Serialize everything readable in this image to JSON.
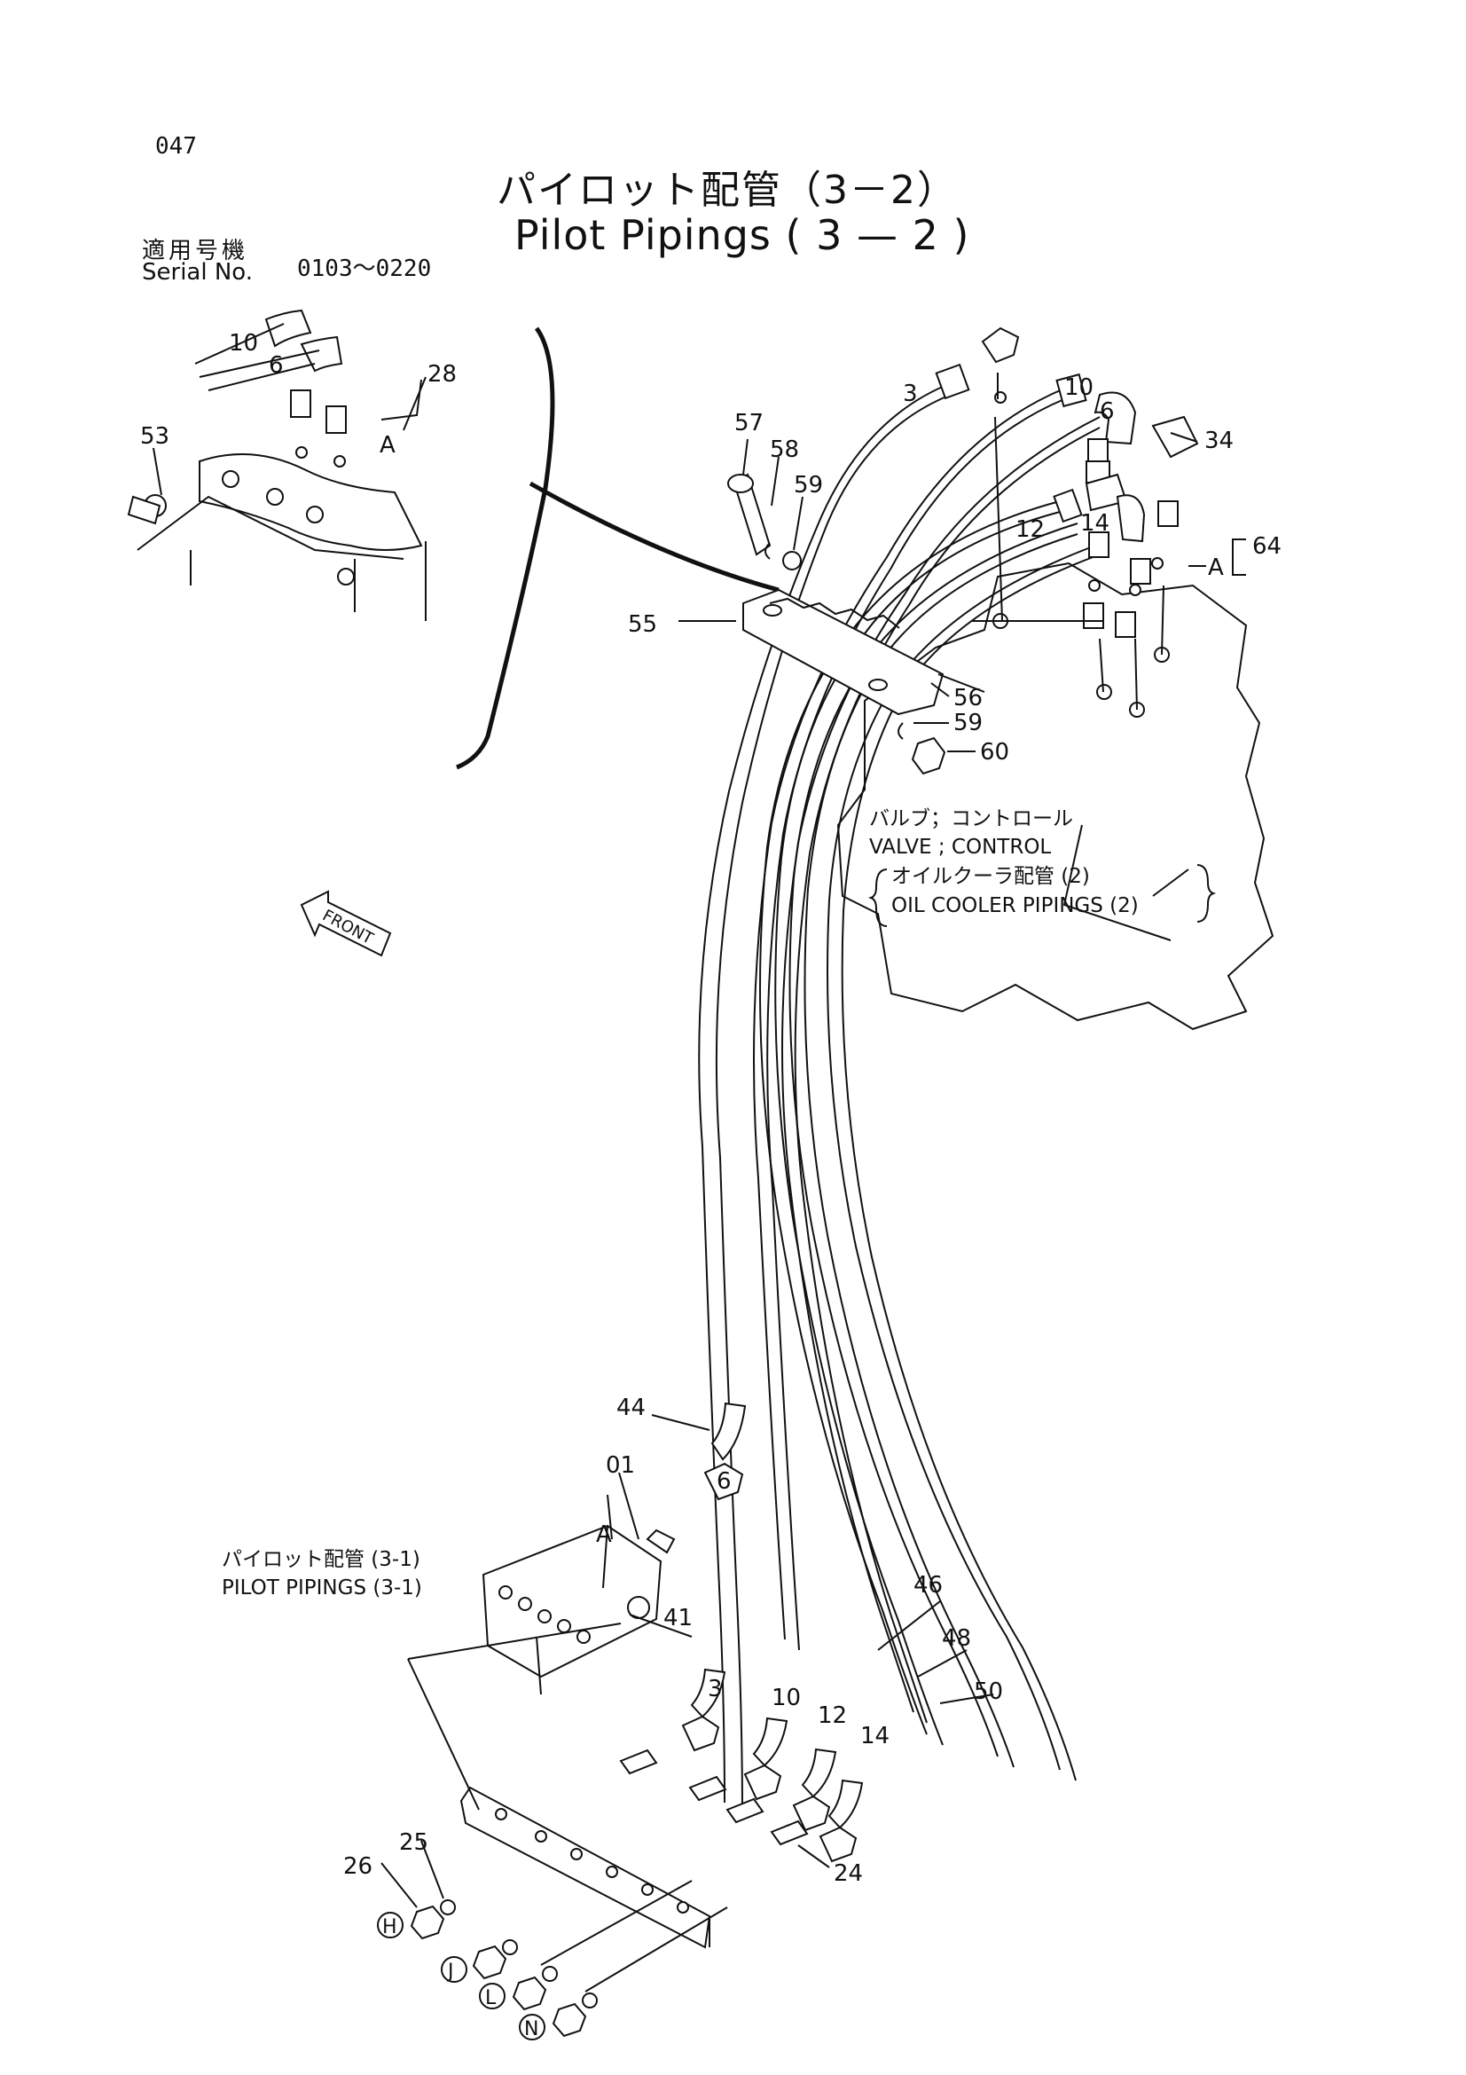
{
  "page_number": "047",
  "title_jp": "パイロット配管（3－2）",
  "title_en": "Pilot Pipings ( 3 — 2 )",
  "serial": {
    "label_jp": "適用号機",
    "label_en": "Serial No.",
    "range": "0103～0220"
  },
  "notes": {
    "valve_jp": "バルブ；コントロール",
    "valve_en": "VALVE ; CONTROL",
    "cooler_jp": "オイルクーラ配管 (2)",
    "cooler_en": "OIL COOLER PIPINGS (2)",
    "pilot_jp": "パイロット配管 (3-1)",
    "pilot_en": "PILOT PIPINGS (3-1)",
    "front": "FRONT"
  },
  "part_labels": {
    "p28": "28",
    "pA1": "A",
    "p53": "53",
    "p10a": "10",
    "p6a": "6",
    "p57": "57",
    "p58": "58",
    "p59a": "59",
    "p3a": "3",
    "p10b": "10",
    "p6b": "6",
    "p34": "34",
    "p12a": "12",
    "p14a": "14",
    "p64": "64",
    "pA2": "A",
    "p55": "55",
    "p56": "56",
    "p59b": "59",
    "p60": "60",
    "p44": "44",
    "p6c": "6",
    "p01": "01",
    "pA3": "A",
    "p41": "41",
    "p3b": "3",
    "p46": "46",
    "p10c": "10",
    "p48": "48",
    "p12b": "12",
    "p50": "50",
    "p14b": "14",
    "p24": "24",
    "p25": "25",
    "p26": "26",
    "pH": "H",
    "pJ": "J",
    "pL": "L",
    "pN": "N"
  }
}
